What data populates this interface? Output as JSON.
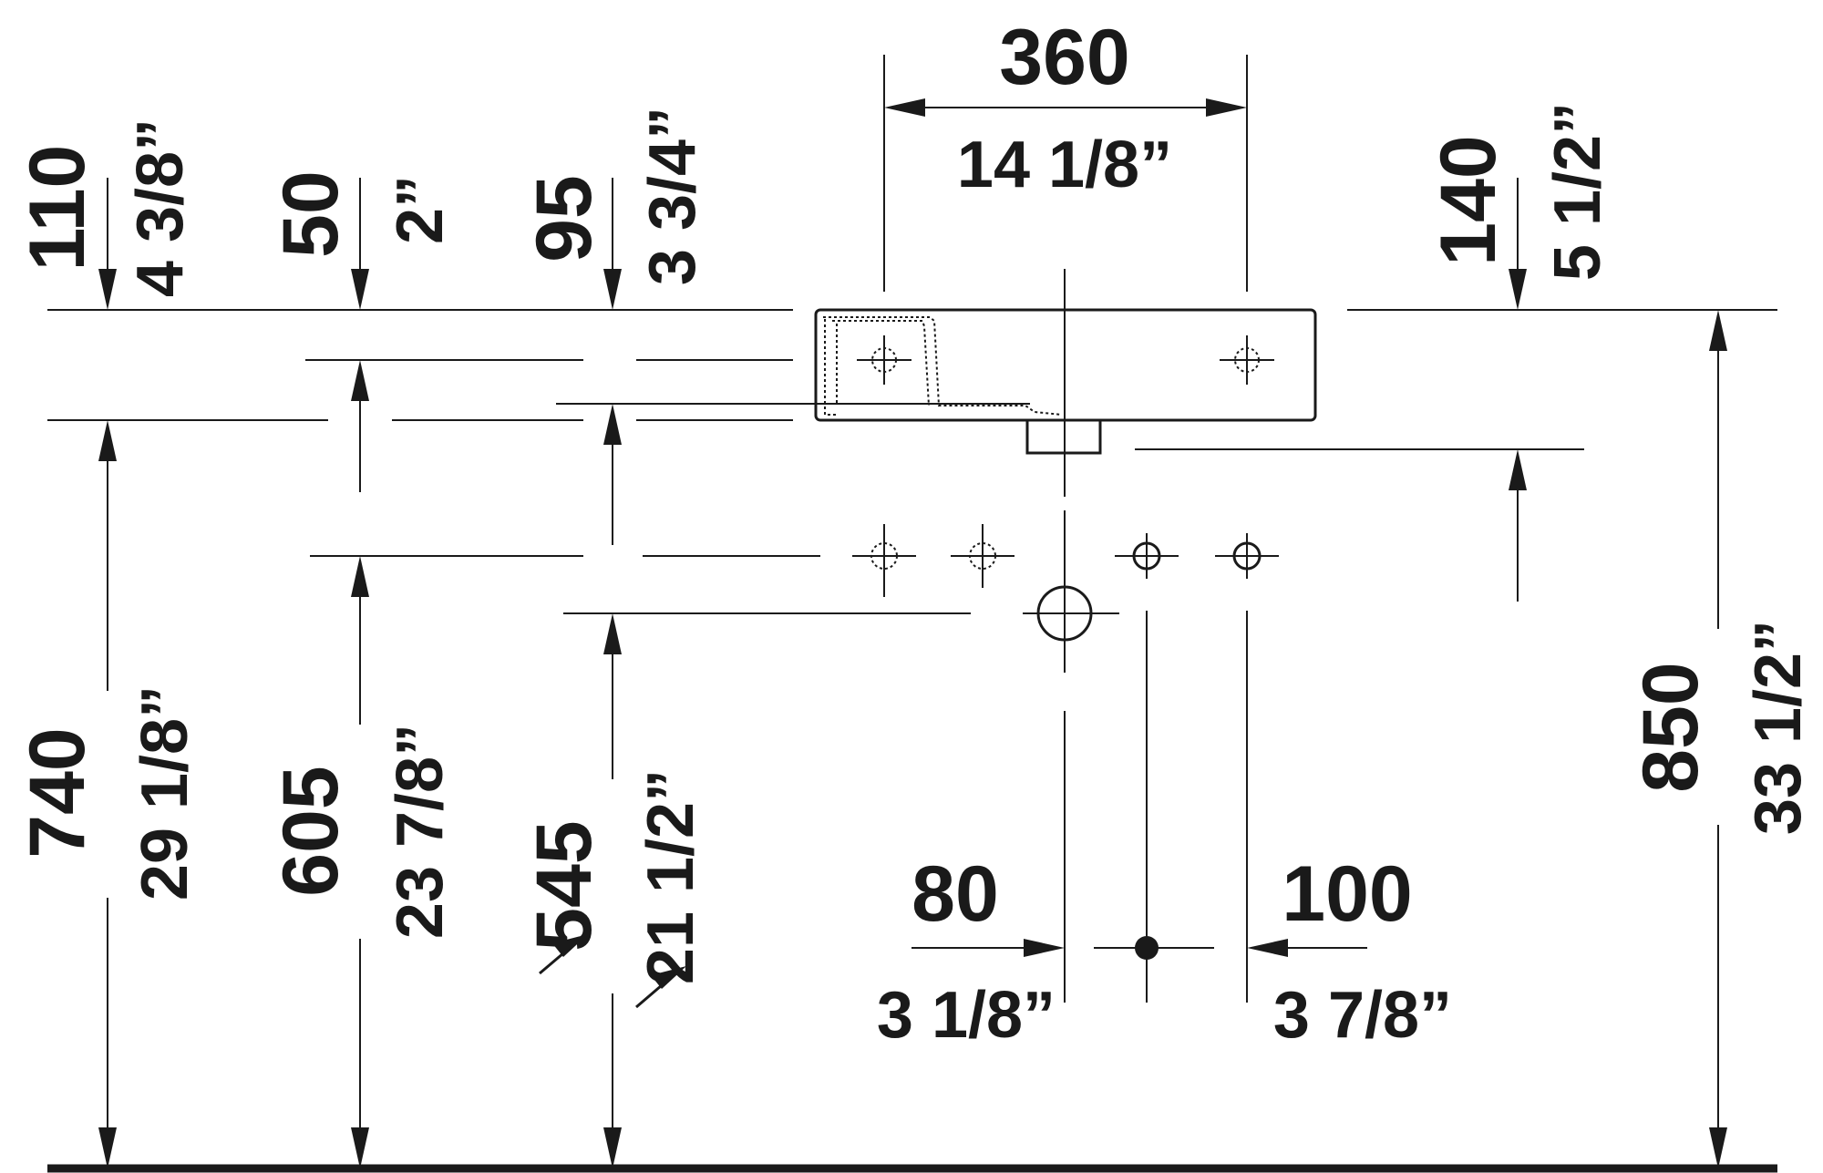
{
  "dimensions": {
    "top_width_mm": "360",
    "top_width_in": "14 1/8”",
    "d110_mm": "110",
    "d110_in": "4 3/8”",
    "d50_mm": "50",
    "d50_in": "2”",
    "d95_mm": "95",
    "d95_in": "3 3/4”",
    "d140_mm": "140",
    "d140_in": "5 1/2”",
    "h740_mm": "740",
    "h740_in": "29 1/8”",
    "h605_mm": "605",
    "h605_in": "23 7/8”",
    "h545_mm": "545",
    "h545_in": "21 1/2”",
    "h850_mm": "850",
    "h850_in": "33 1/2”",
    "w80_mm": "80",
    "w80_in": "3 1/8”",
    "w100_mm": "100",
    "w100_in": "3 7/8”"
  }
}
